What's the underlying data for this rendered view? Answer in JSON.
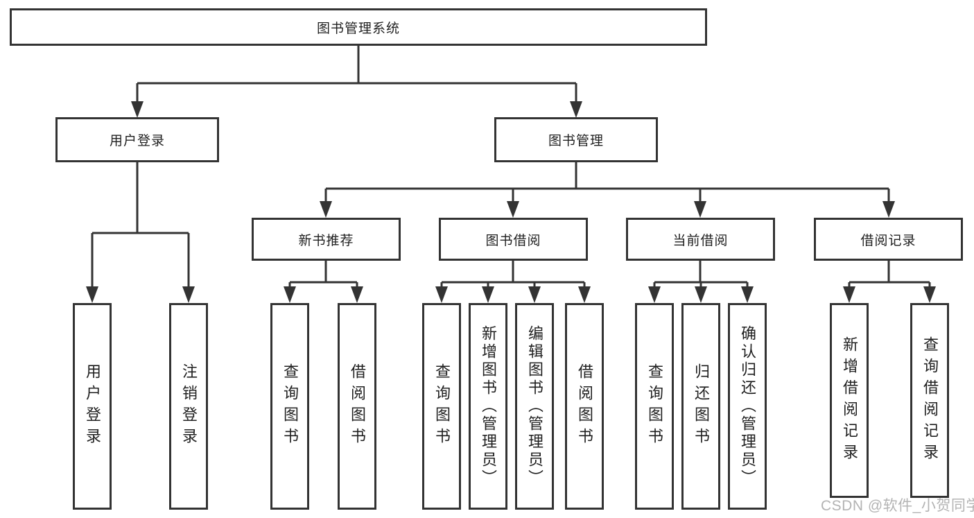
{
  "diagram": {
    "root": "图书管理系统",
    "level2": {
      "user_login": "用户登录",
      "book_management": "图书管理"
    },
    "level3": {
      "new_book_recommend": "新书推荐",
      "book_borrow": "图书借阅",
      "current_borrow": "当前借阅",
      "borrow_records": "借阅记录"
    },
    "leaves": {
      "user_login": [
        "用户登录",
        "注销登录"
      ],
      "new_book_recommend": [
        "查询图书",
        "借阅图书"
      ],
      "book_borrow": [
        "查询图书",
        "新增图书（管理员）",
        "编辑图书（管理员）",
        "借阅图书"
      ],
      "current_borrow": [
        "查询图书",
        "归还图书",
        "确认归还（管理员）"
      ],
      "borrow_records": [
        "新增借阅记录",
        "查询借阅记录"
      ]
    }
  },
  "watermark": "CSDN @软件_小贺同学",
  "colors": {
    "line": "#333333",
    "text": "#1f1f1f",
    "watermark": "#b3b3b3",
    "background": "#ffffff"
  }
}
